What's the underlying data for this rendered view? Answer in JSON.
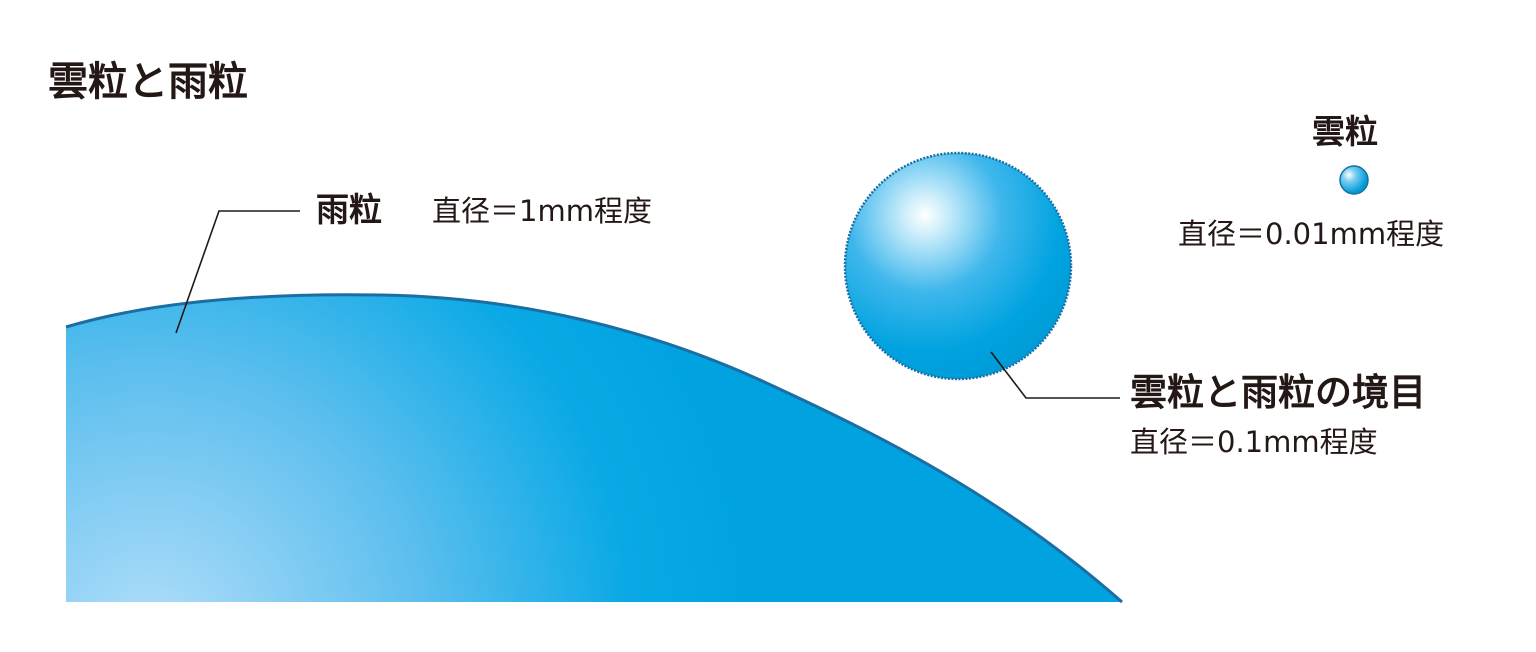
{
  "title": "雲粒と雨粒",
  "raindrop": {
    "name": "雨粒",
    "size": "直径＝1mm程度"
  },
  "cloud_droplet": {
    "name": "雲粒",
    "size": "直径＝0.01mm程度"
  },
  "boundary_droplet": {
    "name": "雲粒と雨粒の境目",
    "size": "直径＝0.1mm程度"
  },
  "colors": {
    "droplet_blue": "#00a3e0",
    "droplet_light": "#a8daf4",
    "outline": "#1a6ea3",
    "text": "#231815"
  }
}
